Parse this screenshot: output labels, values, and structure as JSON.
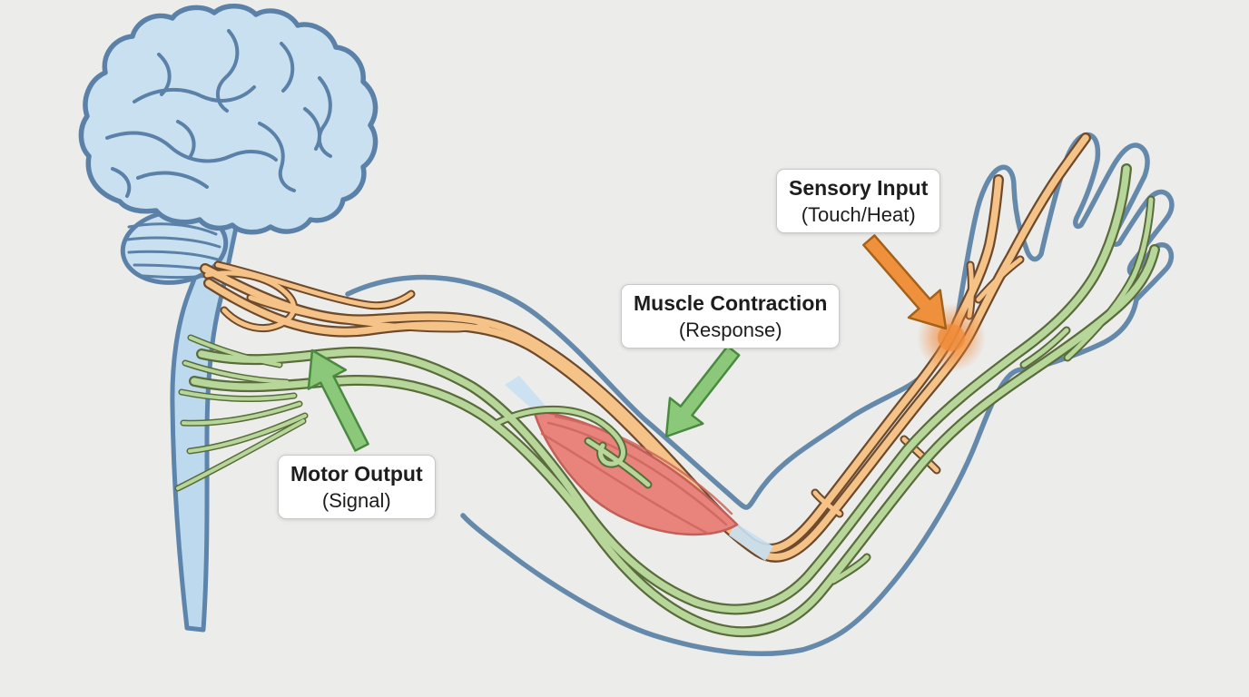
{
  "diagram": {
    "type": "anatomical-pathway-illustration",
    "description": "Nervous system reflex pathway: brain and spinal cord connected by sensory and motor nerves to an arm with hand, showing stimulus point at wrist and contracting muscle",
    "background_color": "#ececea",
    "annotations": {
      "sensory": {
        "line1": "Sensory Input",
        "line2": "(Touch/Heat)",
        "arrow_color": "#ef913c",
        "points_to": "stimulus-glow-on-wrist"
      },
      "muscle": {
        "line1": "Muscle Contraction",
        "line2": "(Response)",
        "arrow_color": "#8bc87a",
        "points_to": "muscle-belly"
      },
      "motor": {
        "line1": "Motor Output",
        "line2": "(Signal)",
        "arrow_color": "#8bc87a",
        "points_to": "motor-nerve-bundle"
      }
    },
    "parts": {
      "brain": {
        "fill": "#c9e0f0",
        "outline": "#5b81a8"
      },
      "spinal_cord": {
        "fill": "#bcd9ee",
        "outline": "#5d84ab"
      },
      "arm_hand_outline": {
        "stroke": "#6589ab"
      },
      "sensory_nerve": {
        "core": "#f5c287",
        "outline": "#6e4a2c"
      },
      "motor_nerve": {
        "core": "#b7d79a",
        "outline": "#5a6b3c"
      },
      "muscle": {
        "fill": "#e8847b",
        "streaks": "#cf6660"
      },
      "tendon": {
        "fill": "#c9e0f2"
      },
      "stimulus_glow": {
        "color": "#f08433"
      }
    }
  }
}
